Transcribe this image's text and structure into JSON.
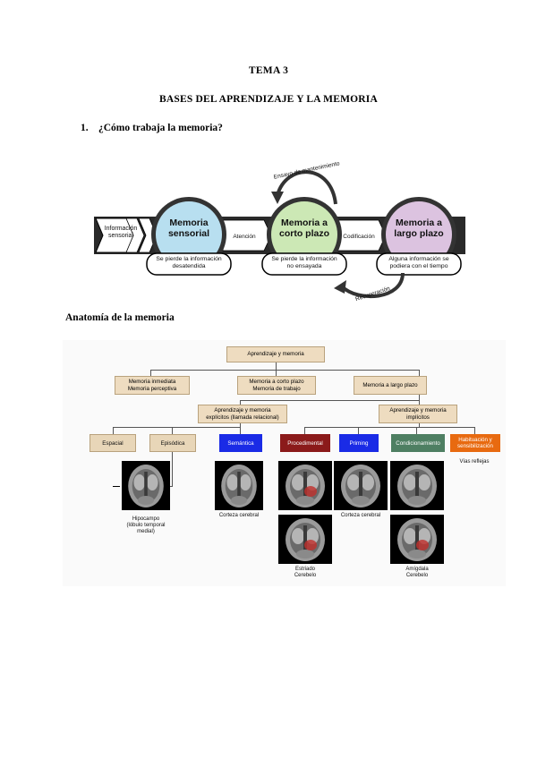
{
  "header": {
    "tema": "TEMA 3",
    "subtitle": "BASES DEL APRENDIZAJE Y LA MEMORIA",
    "question_number": "1.",
    "question": "¿Cómo trabaja la memoria?"
  },
  "flow": {
    "input_label": "Información\nsensorial",
    "stages": [
      {
        "label": "Memoria\nsensorial",
        "color": "#b8dff0",
        "loss": "Se pierde la información\ndesatendida"
      },
      {
        "label": "Memoria a\ncorto plazo",
        "color": "#cce8b5",
        "loss": "Se pierde la información\nno ensayada"
      },
      {
        "label": "Memoria a\nlargo plazo",
        "color": "#dcc3e0",
        "loss": "Alguna información se\npodiera con el tiempo"
      }
    ],
    "arrow_attention": "Atención",
    "arrow_coding": "Codificación",
    "loop_rehearsal": "Ensayo de mantenimiento",
    "loop_retrieval": "Recuperación"
  },
  "anatomy": {
    "section_title": "Anatomía de la memoria",
    "root": "Aprendizaje y memoria",
    "level1": [
      "Memoria inmediata\nMemoria perceptiva",
      "Memoria a corto plazo\nMemoria de trabajo",
      "Memoria a largo plazo"
    ],
    "level2": [
      "Aprendizaje y memoria\nexplícitos (llamada relacional)",
      "Aprendizaje y memoria\nimplícitos"
    ],
    "leaves": [
      {
        "label": "Espacial",
        "color": "#e8d6b8"
      },
      {
        "label": "Episódica",
        "color": "#e8d6b8"
      },
      {
        "label": "Semántica",
        "color": "#1a2be6"
      },
      {
        "label": "Procedimental",
        "color": "#8b1a1a"
      },
      {
        "label": "Priming",
        "color": "#1a2be6"
      },
      {
        "label": "Condicionamiento",
        "color": "#4e7f62"
      },
      {
        "label": "Habituación y\nsensibilización",
        "color": "#e86a10"
      }
    ],
    "captions": {
      "hipocampo": "Hipocampo\n(lóbulo temporal\nmedial)",
      "corteza1": "Corteza cerebral",
      "corteza2": "Corteza cerebral",
      "estriado": "Estriado\nCerebelo",
      "amigdala": "Amígdala\nCerebelo",
      "vias": "Vías reflejas"
    }
  }
}
